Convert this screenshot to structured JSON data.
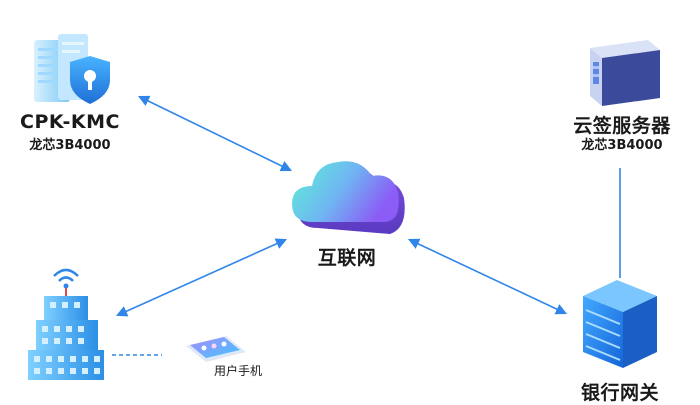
{
  "nodes": {
    "kmc": {
      "name": "CPK-KMC",
      "chip": "龙芯3B4000",
      "icon": "shield-server-icon"
    },
    "cloud_sign": {
      "name": "云签服务器",
      "chip": "龙芯3B4000",
      "icon": "server-icon"
    },
    "internet": {
      "name": "互联网",
      "icon": "cloud-icon"
    },
    "bank_gateway": {
      "name": "银行网关",
      "icon": "server-rack-icon"
    },
    "user_building": {
      "icon": "building-wifi-icon"
    },
    "user_phone": {
      "name": "用户手机",
      "icon": "phone-icon"
    }
  },
  "colors": {
    "arrow": "#2f86e8",
    "dashed": "#2f86e8",
    "cloud_left": "#4fe3d1",
    "cloud_right": "#8b5cf6",
    "server_blue": "#1e90ff",
    "server_dark": "#3b4a9a"
  }
}
